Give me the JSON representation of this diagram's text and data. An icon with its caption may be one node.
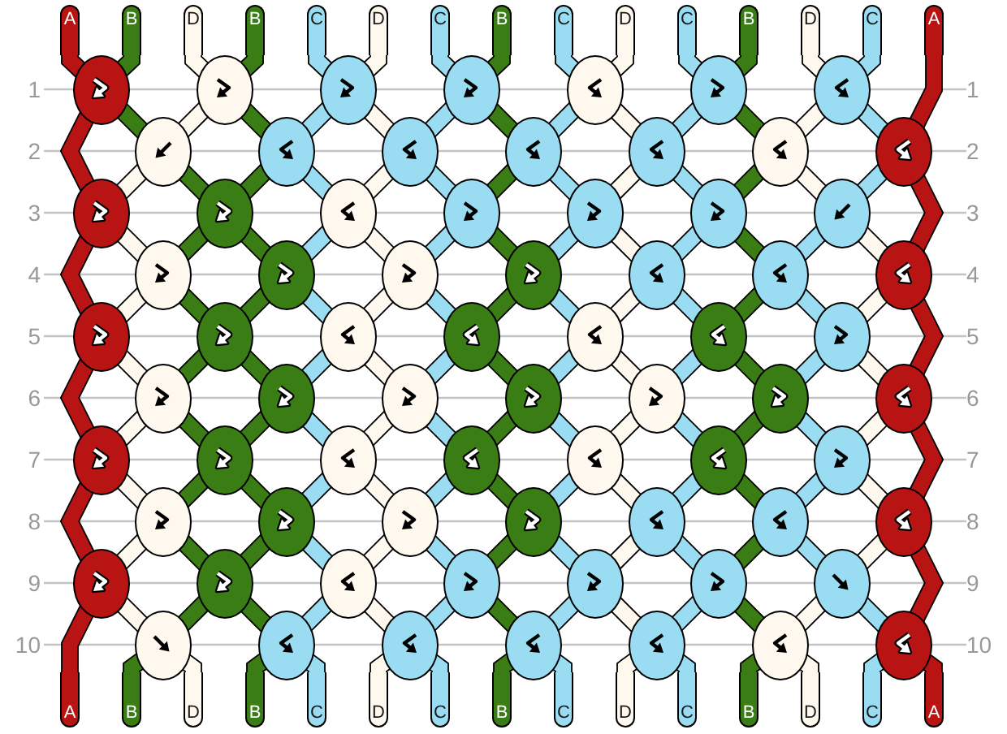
{
  "diagram": {
    "nodes": [
      {
        "text": [
          "A"
        ]
      },
      {
        "text": [
          "B"
        ]
      },
      {
        "text": [
          "D"
        ]
      },
      {
        "text": [
          "B"
        ]
      },
      {
        "text": [
          "C"
        ]
      },
      {
        "text": [
          "D"
        ]
      },
      {
        "text": [
          "C"
        ]
      },
      {
        "text": [
          "B"
        ]
      },
      {
        "text": [
          "C"
        ]
      },
      {
        "text": [
          "D"
        ]
      },
      {
        "text": [
          "C"
        ]
      },
      {
        "text": [
          "B"
        ]
      },
      {
        "text": [
          "D"
        ]
      },
      {
        "text": [
          "C"
        ]
      },
      {
        "text": [
          "A"
        ]
      },
      {
        "text": [],
        "shape": "ellipse"
      },
      {
        "text": [],
        "shape": "ellipse"
      },
      {
        "text": [],
        "shape": "ellipse"
      },
      {
        "text": [],
        "shape": "ellipse"
      },
      {
        "text": [],
        "shape": "ellipse"
      },
      {
        "text": [],
        "shape": "ellipse"
      },
      {
        "text": [],
        "shape": "ellipse"
      },
      {
        "text": [],
        "shape": "ellipse"
      },
      {
        "text": [],
        "shape": "ellipse"
      },
      {
        "text": [],
        "shape": "ellipse"
      },
      {
        "text": [],
        "shape": "ellipse"
      },
      {
        "text": [],
        "shape": "ellipse"
      },
      {
        "text": [],
        "shape": "ellipse"
      },
      {
        "text": [],
        "shape": "ellipse"
      },
      {
        "text": [],
        "shape": "ellipse"
      },
      {
        "text": [],
        "shape": "ellipse"
      },
      {
        "text": [],
        "shape": "ellipse"
      },
      {
        "text": [],
        "shape": "ellipse"
      },
      {
        "text": [],
        "shape": "ellipse"
      },
      {
        "text": [],
        "shape": "ellipse"
      },
      {
        "text": [],
        "shape": "ellipse"
      },
      {
        "text": [],
        "shape": "ellipse"
      },
      {
        "text": [],
        "shape": "ellipse"
      },
      {
        "text": [],
        "shape": "ellipse"
      },
      {
        "text": [],
        "shape": "ellipse"
      },
      {
        "text": [],
        "shape": "ellipse"
      },
      {
        "text": [],
        "shape": "ellipse"
      },
      {
        "text": [],
        "shape": "ellipse"
      },
      {
        "text": [],
        "shape": "ellipse"
      },
      {
        "text": [],
        "shape": "ellipse"
      },
      {
        "text": [],
        "shape": "ellipse"
      },
      {
        "text": [],
        "shape": "ellipse"
      },
      {
        "text": [],
        "shape": "ellipse"
      },
      {
        "text": [],
        "shape": "ellipse"
      },
      {
        "text": [],
        "shape": "ellipse"
      },
      {
        "text": [],
        "shape": "ellipse"
      },
      {
        "text": [],
        "shape": "ellipse"
      },
      {
        "text": [],
        "shape": "ellipse"
      },
      {
        "text": [],
        "shape": "ellipse"
      },
      {
        "text": [],
        "shape": "ellipse"
      },
      {
        "text": [],
        "shape": "ellipse"
      },
      {
        "text": [],
        "shape": "ellipse"
      },
      {
        "text": [],
        "shape": "ellipse"
      },
      {
        "text": [],
        "shape": "ellipse"
      },
      {
        "text": [],
        "shape": "ellipse"
      },
      {
        "text": [],
        "shape": "ellipse"
      },
      {
        "text": [],
        "shape": "ellipse"
      },
      {
        "text": [],
        "shape": "ellipse"
      },
      {
        "text": [],
        "shape": "ellipse"
      },
      {
        "text": [],
        "shape": "ellipse"
      },
      {
        "text": [],
        "shape": "ellipse"
      },
      {
        "text": [],
        "shape": "ellipse"
      },
      {
        "text": [],
        "shape": "ellipse"
      },
      {
        "text": [],
        "shape": "ellipse"
      },
      {
        "text": [],
        "shape": "ellipse"
      },
      {
        "text": [],
        "shape": "ellipse"
      },
      {
        "text": [],
        "shape": "ellipse"
      },
      {
        "text": [],
        "shape": "ellipse"
      },
      {
        "text": [],
        "shape": "ellipse"
      },
      {
        "text": [],
        "shape": "ellipse"
      },
      {
        "text": [],
        "shape": "ellipse"
      },
      {
        "text": [],
        "shape": "ellipse"
      },
      {
        "text": [],
        "shape": "ellipse"
      },
      {
        "text": [],
        "shape": "ellipse"
      },
      {
        "text": [],
        "shape": "ellipse"
      },
      {
        "text": [],
        "shape": "ellipse"
      },
      {
        "text": [],
        "shape": "ellipse"
      },
      {
        "text": [],
        "shape": "ellipse"
      },
      {
        "text": [],
        "shape": "ellipse"
      },
      {
        "text": [],
        "shape": "ellipse"
      },
      {
        "text": [
          "A"
        ]
      },
      {
        "text": [
          "B"
        ]
      },
      {
        "text": [
          "D"
        ]
      },
      {
        "text": [
          "B"
        ]
      },
      {
        "text": [
          "C"
        ]
      },
      {
        "text": [
          "D"
        ]
      },
      {
        "text": [
          "C"
        ]
      },
      {
        "text": [
          "B"
        ]
      },
      {
        "text": [
          "C"
        ]
      },
      {
        "text": [
          "D"
        ]
      },
      {
        "text": [
          "C"
        ]
      },
      {
        "text": [
          "B"
        ]
      },
      {
        "text": [
          "D"
        ]
      },
      {
        "text": [
          "C"
        ]
      },
      {
        "text": [
          "A"
        ]
      }
    ],
    "edges": [
      {
        "from": 0,
        "to": 15,
        "arrow": "none",
        "color": "#b81414"
      },
      {
        "from": 1,
        "to": 15,
        "arrow": "none",
        "color": "#3a7d14"
      },
      {
        "from": 2,
        "to": 16,
        "arrow": "none",
        "color": "#fff8ee"
      },
      {
        "from": 3,
        "to": 16,
        "arrow": "none",
        "color": "#3a7d14"
      },
      {
        "from": 4,
        "to": 17,
        "arrow": "none"
      },
      {
        "from": 5,
        "to": 17,
        "arrow": "none",
        "color": "#fff8ee"
      },
      {
        "from": 6,
        "to": 18,
        "arrow": "none"
      },
      {
        "from": 7,
        "to": 18,
        "arrow": "none",
        "color": "#3a7d14"
      },
      {
        "from": 8,
        "to": 19,
        "arrow": "none"
      },
      {
        "from": 9,
        "to": 19,
        "arrow": "none",
        "color": "#fff8ee"
      },
      {
        "from": 10,
        "to": 20,
        "arrow": "none"
      },
      {
        "from": 11,
        "to": 20,
        "arrow": "none",
        "color": "#3a7d14"
      },
      {
        "from": 12,
        "to": 21,
        "arrow": "none",
        "color": "#fff8ee"
      },
      {
        "from": 13,
        "to": 21,
        "arrow": "none"
      },
      {
        "from": 14,
        "to": 28,
        "arrow": "none",
        "color": "#b81414"
      },
      {
        "from": 15,
        "to": 29,
        "arrow": "none",
        "color": "#b81414"
      },
      {
        "from": 15,
        "to": 22,
        "arrow": "none",
        "color": "#3a7d14"
      },
      {
        "from": 16,
        "to": 22,
        "arrow": "none",
        "color": "#fff8ee"
      },
      {
        "from": 16,
        "to": 23,
        "arrow": "none",
        "color": "#3a7d14"
      },
      {
        "from": 17,
        "to": 23,
        "arrow": "none"
      },
      {
        "from": 17,
        "to": 24,
        "arrow": "none",
        "color": "#fff8ee"
      },
      {
        "from": 18,
        "to": 24,
        "arrow": "none"
      },
      {
        "from": 18,
        "to": 25,
        "arrow": "none",
        "color": "#3a7d14"
      },
      {
        "from": 19,
        "to": 25,
        "arrow": "none"
      },
      {
        "from": 19,
        "to": 26,
        "arrow": "none",
        "color": "#fff8ee"
      },
      {
        "from": 20,
        "to": 26,
        "arrow": "none"
      },
      {
        "from": 20,
        "to": 27,
        "arrow": "none",
        "color": "#3a7d14"
      },
      {
        "from": 21,
        "to": 27,
        "arrow": "none",
        "color": "#fff8ee"
      },
      {
        "from": 21,
        "to": 28,
        "arrow": "none"
      },
      {
        "from": 22,
        "to": 29,
        "arrow": "none",
        "color": "#fff8ee"
      },
      {
        "from": 22,
        "to": 30,
        "arrow": "none",
        "color": "#3a7d14"
      },
      {
        "from": 23,
        "to": 30,
        "arrow": "none",
        "color": "#3a7d14"
      },
      {
        "from": 23,
        "to": 31,
        "arrow": "none"
      },
      {
        "from": 24,
        "to": 31,
        "arrow": "none",
        "color": "#fff8ee"
      },
      {
        "from": 24,
        "to": 32,
        "arrow": "none"
      },
      {
        "from": 25,
        "to": 32,
        "arrow": "none",
        "color": "#3a7d14"
      },
      {
        "from": 25,
        "to": 33,
        "arrow": "none"
      },
      {
        "from": 26,
        "to": 33,
        "arrow": "none",
        "color": "#fff8ee"
      },
      {
        "from": 26,
        "to": 34,
        "arrow": "none"
      },
      {
        "from": 27,
        "to": 34,
        "arrow": "none",
        "color": "#3a7d14"
      },
      {
        "from": 27,
        "to": 35,
        "arrow": "none",
        "color": "#fff8ee"
      },
      {
        "from": 28,
        "to": 35,
        "arrow": "none"
      },
      {
        "from": 28,
        "to": 42,
        "arrow": "none",
        "color": "#b81414"
      },
      {
        "from": 29,
        "to": 43,
        "arrow": "none",
        "color": "#b81414"
      },
      {
        "from": 29,
        "to": 36,
        "arrow": "none",
        "color": "#fff8ee"
      },
      {
        "from": 30,
        "to": 36,
        "arrow": "none",
        "color": "#3a7d14"
      },
      {
        "from": 30,
        "to": 37,
        "arrow": "none",
        "color": "#3a7d14"
      },
      {
        "from": 31,
        "to": 37,
        "arrow": "none"
      },
      {
        "from": 31,
        "to": 38,
        "arrow": "none",
        "color": "#fff8ee"
      },
      {
        "from": 32,
        "to": 38,
        "arrow": "none"
      },
      {
        "from": 32,
        "to": 39,
        "arrow": "none",
        "color": "#3a7d14"
      },
      {
        "from": 33,
        "to": 39,
        "arrow": "none"
      },
      {
        "from": 33,
        "to": 40,
        "arrow": "none",
        "color": "#fff8ee"
      },
      {
        "from": 34,
        "to": 40,
        "arrow": "none"
      },
      {
        "from": 34,
        "to": 41,
        "arrow": "none",
        "color": "#3a7d14"
      },
      {
        "from": 35,
        "to": 41,
        "arrow": "none"
      },
      {
        "from": 35,
        "to": 42,
        "arrow": "none",
        "color": "#fff8ee"
      },
      {
        "from": 36,
        "to": 43,
        "arrow": "none",
        "color": "#fff8ee"
      },
      {
        "from": 36,
        "to": 44,
        "arrow": "none",
        "color": "#3a7d14"
      },
      {
        "from": 37,
        "to": 44,
        "arrow": "none",
        "color": "#3a7d14"
      },
      {
        "from": 37,
        "to": 45,
        "arrow": "none"
      },
      {
        "from": 38,
        "to": 45,
        "arrow": "none",
        "color": "#fff8ee"
      },
      {
        "from": 38,
        "to": 46,
        "arrow": "none"
      },
      {
        "from": 39,
        "to": 46,
        "arrow": "none",
        "color": "#3a7d14"
      },
      {
        "from": 39,
        "to": 47,
        "arrow": "none"
      },
      {
        "from": 40,
        "to": 47,
        "arrow": "none",
        "color": "#fff8ee"
      },
      {
        "from": 40,
        "to": 48,
        "arrow": "none"
      },
      {
        "from": 41,
        "to": 48,
        "arrow": "none",
        "color": "#3a7d14"
      },
      {
        "from": 41,
        "to": 49,
        "arrow": "none"
      },
      {
        "from": 42,
        "to": 49,
        "arrow": "none",
        "color": "#fff8ee"
      },
      {
        "from": 42,
        "to": 56,
        "arrow": "none",
        "color": "#b81414"
      },
      {
        "from": 43,
        "to": 57,
        "arrow": "none",
        "color": "#b81414"
      },
      {
        "from": 43,
        "to": 50,
        "arrow": "none",
        "color": "#fff8ee"
      },
      {
        "from": 44,
        "to": 50,
        "arrow": "none",
        "color": "#3a7d14"
      },
      {
        "from": 44,
        "to": 51,
        "arrow": "none",
        "color": "#3a7d14"
      },
      {
        "from": 45,
        "to": 51,
        "arrow": "none"
      },
      {
        "from": 45,
        "to": 52,
        "arrow": "none",
        "color": "#fff8ee"
      },
      {
        "from": 46,
        "to": 52,
        "arrow": "none"
      },
      {
        "from": 46,
        "to": 53,
        "arrow": "none",
        "color": "#3a7d14"
      },
      {
        "from": 47,
        "to": 53,
        "arrow": "none"
      },
      {
        "from": 47,
        "to": 54,
        "arrow": "none",
        "color": "#fff8ee"
      },
      {
        "from": 48,
        "to": 54,
        "arrow": "none"
      },
      {
        "from": 48,
        "to": 55,
        "arrow": "none",
        "color": "#3a7d14"
      },
      {
        "from": 49,
        "to": 55,
        "arrow": "none"
      },
      {
        "from": 49,
        "to": 56,
        "arrow": "none",
        "color": "#fff8ee"
      },
      {
        "from": 50,
        "to": 57,
        "arrow": "none",
        "color": "#fff8ee"
      },
      {
        "from": 50,
        "to": 58,
        "arrow": "none",
        "color": "#3a7d14"
      },
      {
        "from": 51,
        "to": 58,
        "arrow": "none",
        "color": "#3a7d14"
      },
      {
        "from": 51,
        "to": 59,
        "arrow": "none"
      },
      {
        "from": 52,
        "to": 59,
        "arrow": "none",
        "color": "#fff8ee"
      },
      {
        "from": 52,
        "to": 60,
        "arrow": "none"
      },
      {
        "from": 53,
        "to": 60,
        "arrow": "none",
        "color": "#3a7d14"
      },
      {
        "from": 53,
        "to": 61,
        "arrow": "none"
      },
      {
        "from": 54,
        "to": 61,
        "arrow": "none",
        "color": "#fff8ee"
      },
      {
        "from": 54,
        "to": 62,
        "arrow": "none"
      },
      {
        "from": 55,
        "to": 62,
        "arrow": "none",
        "color": "#3a7d14"
      },
      {
        "from": 55,
        "to": 63,
        "arrow": "none"
      },
      {
        "from": 56,
        "to": 63,
        "arrow": "none",
        "color": "#fff8ee"
      },
      {
        "from": 56,
        "to": 70,
        "arrow": "none",
        "color": "#b81414"
      },
      {
        "from": 57,
        "to": 71,
        "arrow": "none",
        "color": "#b81414"
      },
      {
        "from": 57,
        "to": 64,
        "arrow": "none",
        "color": "#fff8ee"
      },
      {
        "from": 58,
        "to": 64,
        "arrow": "none",
        "color": "#3a7d14"
      },
      {
        "from": 58,
        "to": 65,
        "arrow": "none",
        "color": "#3a7d14"
      },
      {
        "from": 59,
        "to": 65,
        "arrow": "none"
      },
      {
        "from": 59,
        "to": 66,
        "arrow": "none",
        "color": "#fff8ee"
      },
      {
        "from": 60,
        "to": 66,
        "arrow": "none"
      },
      {
        "from": 60,
        "to": 67,
        "arrow": "none",
        "color": "#3a7d14"
      },
      {
        "from": 61,
        "to": 67,
        "arrow": "none"
      },
      {
        "from": 61,
        "to": 68,
        "arrow": "none",
        "color": "#fff8ee"
      },
      {
        "from": 62,
        "to": 68,
        "arrow": "none"
      },
      {
        "from": 62,
        "to": 69,
        "arrow": "none",
        "color": "#3a7d14"
      },
      {
        "from": 63,
        "to": 69,
        "arrow": "none"
      },
      {
        "from": 63,
        "to": 70,
        "arrow": "none",
        "color": "#fff8ee"
      },
      {
        "from": 64,
        "to": 71,
        "arrow": "none",
        "color": "#fff8ee"
      },
      {
        "from": 64,
        "to": 72,
        "arrow": "none",
        "color": "#3a7d14"
      },
      {
        "from": 65,
        "to": 72,
        "arrow": "none",
        "color": "#3a7d14"
      },
      {
        "from": 65,
        "to": 73,
        "arrow": "none"
      },
      {
        "from": 66,
        "to": 73,
        "arrow": "none",
        "color": "#fff8ee"
      },
      {
        "from": 66,
        "to": 74,
        "arrow": "none"
      },
      {
        "from": 67,
        "to": 74,
        "arrow": "none",
        "color": "#3a7d14"
      },
      {
        "from": 67,
        "to": 75,
        "arrow": "none"
      },
      {
        "from": 68,
        "to": 75,
        "arrow": "none",
        "color": "#fff8ee"
      },
      {
        "from": 68,
        "to": 76,
        "arrow": "none"
      },
      {
        "from": 69,
        "to": 76,
        "arrow": "none",
        "color": "#3a7d14"
      },
      {
        "from": 69,
        "to": 77,
        "arrow": "none"
      },
      {
        "from": 70,
        "to": 77,
        "arrow": "none",
        "color": "#fff8ee"
      },
      {
        "from": 70,
        "to": 84,
        "arrow": "none",
        "color": "#b81414"
      },
      {
        "from": 71,
        "to": 85,
        "arrow": "none",
        "color": "#b81414"
      },
      {
        "from": 71,
        "to": 78,
        "arrow": "none",
        "color": "#fff8ee"
      },
      {
        "from": 72,
        "to": 78,
        "arrow": "none",
        "color": "#3a7d14"
      },
      {
        "from": 72,
        "to": 79,
        "arrow": "none",
        "color": "#3a7d14"
      },
      {
        "from": 73,
        "to": 79,
        "arrow": "none"
      },
      {
        "from": 73,
        "to": 80,
        "arrow": "none",
        "color": "#fff8ee"
      },
      {
        "from": 74,
        "to": 80,
        "arrow": "none"
      },
      {
        "from": 74,
        "to": 81,
        "arrow": "none",
        "color": "#3a7d14"
      },
      {
        "from": 75,
        "to": 81,
        "arrow": "none"
      },
      {
        "from": 75,
        "to": 82,
        "arrow": "none",
        "color": "#fff8ee"
      },
      {
        "from": 76,
        "to": 82,
        "arrow": "none"
      },
      {
        "from": 76,
        "to": 83,
        "arrow": "none",
        "color": "#3a7d14"
      },
      {
        "from": 77,
        "to": 83,
        "arrow": "none",
        "color": "#fff8ee"
      },
      {
        "from": 77,
        "to": 84,
        "arrow": "none"
      },
      {
        "from": 78,
        "to": 86,
        "arrow": "none",
        "color": "#3a7d14"
      },
      {
        "from": 78,
        "to": 87,
        "arrow": "none",
        "color": "#fff8ee"
      },
      {
        "from": 79,
        "to": 88,
        "arrow": "none",
        "color": "#3a7d14"
      },
      {
        "from": 79,
        "to": 89,
        "arrow": "none"
      },
      {
        "from": 80,
        "to": 90,
        "arrow": "none",
        "color": "#fff8ee"
      },
      {
        "from": 80,
        "to": 91,
        "arrow": "none"
      },
      {
        "from": 81,
        "to": 92,
        "arrow": "none",
        "color": "#3a7d14"
      },
      {
        "from": 81,
        "to": 93,
        "arrow": "none"
      },
      {
        "from": 82,
        "to": 94,
        "arrow": "none",
        "color": "#fff8ee"
      },
      {
        "from": 82,
        "to": 95,
        "arrow": "none"
      },
      {
        "from": 83,
        "to": 96,
        "arrow": "none",
        "color": "#3a7d14"
      },
      {
        "from": 83,
        "to": 97,
        "arrow": "none",
        "color": "#fff8ee"
      },
      {
        "from": 84,
        "to": 98,
        "arrow": "none"
      },
      {
        "from": 84,
        "to": 99,
        "arrow": "none",
        "color": "#b81414"
      }
    ],
    "labels": [
      "1",
      "1",
      "2",
      "2",
      "3",
      "3",
      "4",
      "4",
      "5",
      "5",
      "6",
      "6",
      "7",
      "7",
      "8",
      "8",
      "9",
      "9",
      "10",
      "10"
    ]
  }
}
